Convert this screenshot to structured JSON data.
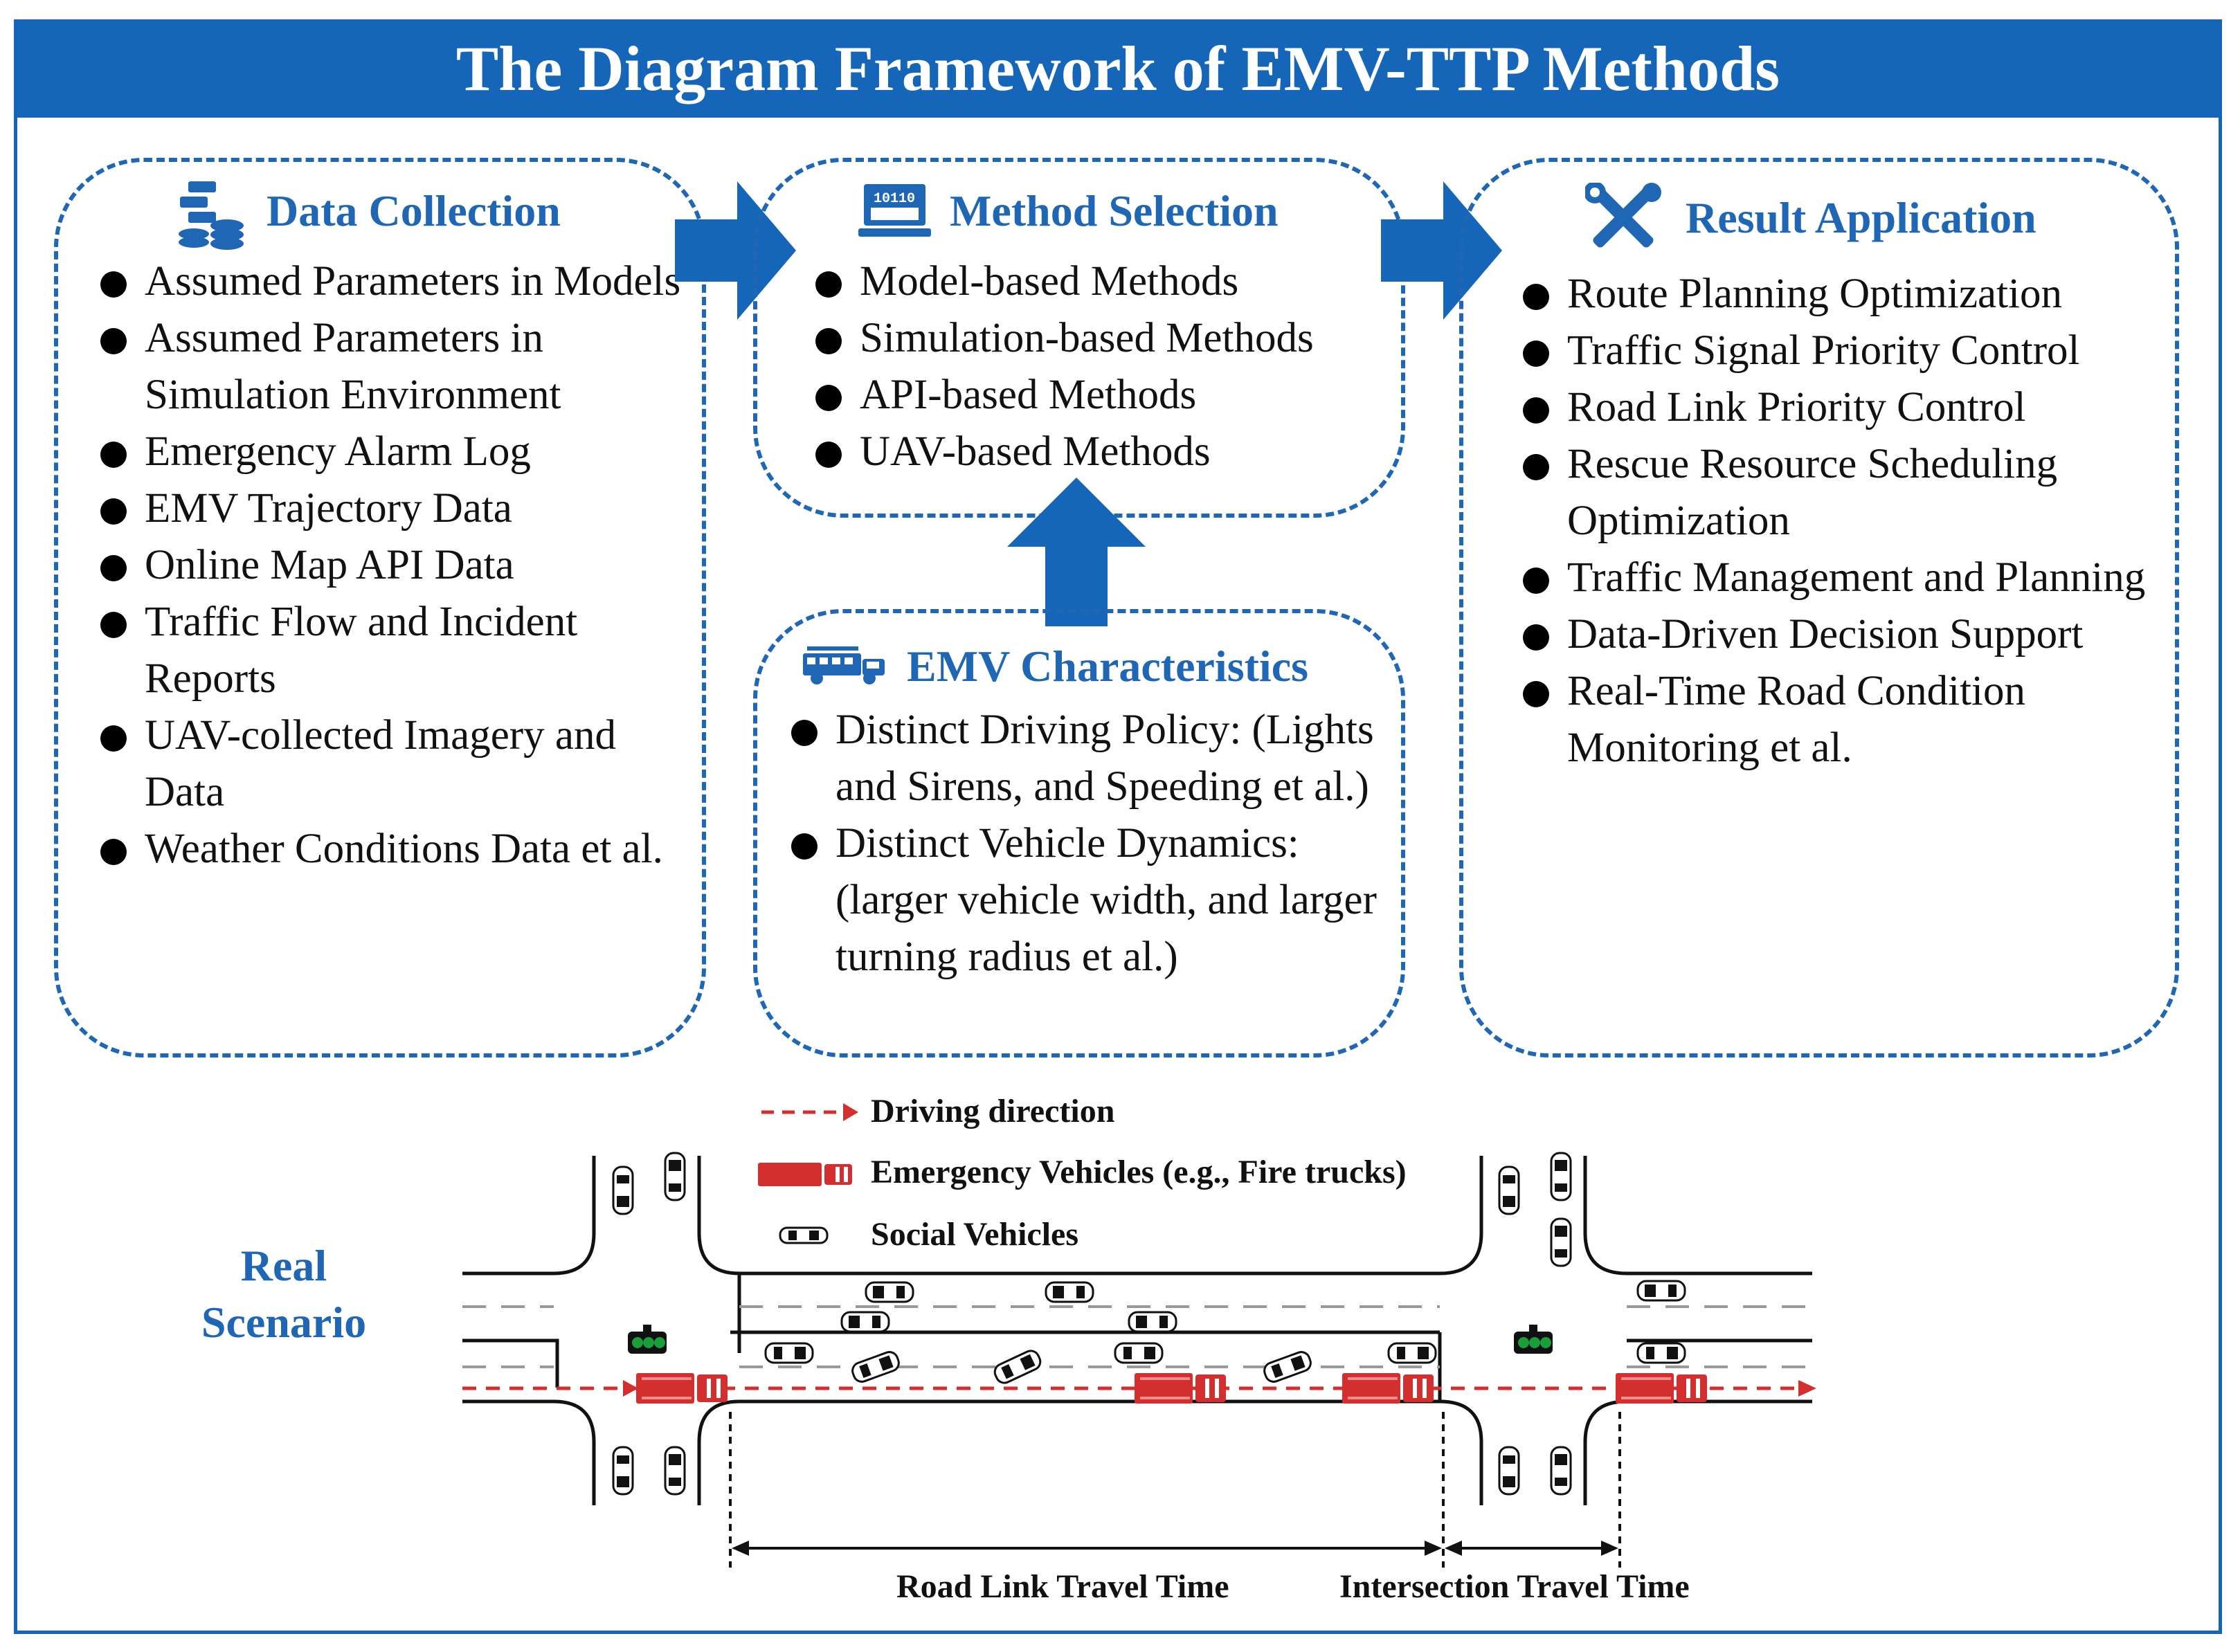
{
  "title": "The Diagram Framework of EMV-TTP Methods",
  "colors": {
    "accent": "#1565b8",
    "emergency": "#d32f2f",
    "signal": "#1b9e3a"
  },
  "data_collection": {
    "title": "Data Collection",
    "icon": "database-coins-icon",
    "items": [
      "Assumed Parameters in Models",
      "Assumed Parameters in Simulation Environment",
      "Emergency Alarm Log",
      "EMV Trajectory Data",
      "Online Map API Data",
      "Traffic Flow and Incident Reports",
      "UAV-collected Imagery and Data",
      "Weather Conditions Data et al."
    ]
  },
  "method_selection": {
    "title": "Method Selection",
    "icon": "binary-computer-icon",
    "items": [
      "Model-based Methods",
      "Simulation-based Methods",
      "API-based Methods",
      "UAV-based Methods"
    ]
  },
  "result_application": {
    "title": "Result Application",
    "icon": "tools-icon",
    "items": [
      "Route Planning Optimization",
      "Traffic Signal Priority Control",
      "Road Link Priority Control",
      "Rescue Resource Scheduling Optimization",
      "Traffic Management and Planning",
      "Data-Driven Decision Support",
      "Real-Time Road Condition Monitoring et al."
    ]
  },
  "emv_characteristics": {
    "title": "EMV Characteristics",
    "icon": "fire-truck-icon",
    "items": [
      "Distinct Driving Policy: (Lights and Sirens, and Speeding et al.)",
      "Distinct Vehicle Dynamics: (larger vehicle width, and larger turning radius et al.)"
    ]
  },
  "legend": {
    "driving_direction": "Driving direction",
    "emergency_vehicles": "Emergency Vehicles (e.g., Fire trucks)",
    "social_vehicles": "Social Vehicles"
  },
  "scenario_label": "Real Scenario",
  "dimensions": {
    "road_link": "Road Link Travel Time",
    "intersection": "Intersection Travel Time"
  }
}
